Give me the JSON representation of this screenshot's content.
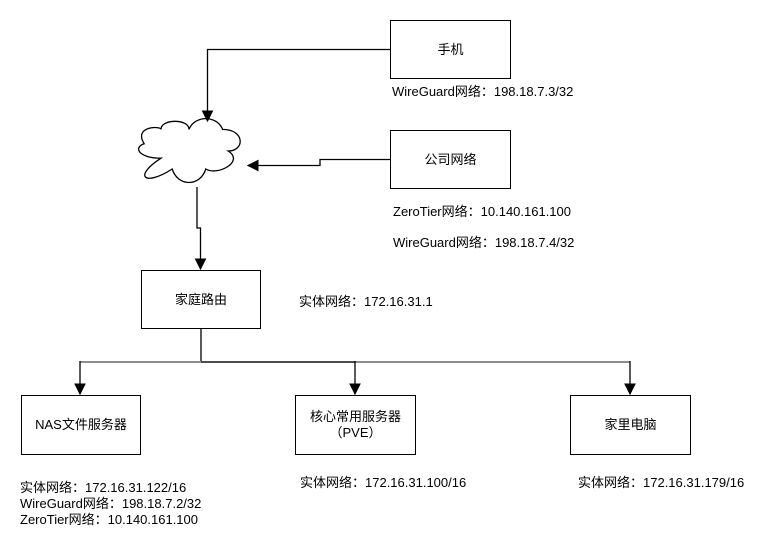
{
  "diagram": {
    "nodes": {
      "phone": {
        "label": "手机"
      },
      "company": {
        "label": "公司网络"
      },
      "cloud": {
        "label": ""
      },
      "router": {
        "label": "家庭路由"
      },
      "nas": {
        "label": "NAS文件服务器"
      },
      "pve": {
        "label": "核心常用服务器",
        "label2": "（PVE）"
      },
      "pc": {
        "label": "家里电脑"
      }
    },
    "annotations": {
      "phone_wireguard": "WireGuard网络：198.18.7.3/32",
      "company_zerotier": "ZeroTier网络：10.140.161.100",
      "company_wireguard": "WireGuard网络：198.18.7.4/32",
      "router_physical": "实体网络：172.16.31.1",
      "nas_physical": "实体网络：172.16.31.122/16",
      "nas_wireguard": "WireGuard网络：198.18.7.2/32",
      "nas_zerotier": "ZeroTier网络：10.140.161.100",
      "pve_physical": "实体网络：172.16.31.100/16",
      "pc_physical": "实体网络：172.16.31.179/16"
    },
    "edges": [
      {
        "from": "phone",
        "to": "cloud"
      },
      {
        "from": "company",
        "to": "cloud"
      },
      {
        "from": "cloud",
        "to": "router"
      },
      {
        "from": "router",
        "to": "nas"
      },
      {
        "from": "router",
        "to": "pve"
      },
      {
        "from": "router",
        "to": "pc"
      }
    ],
    "colors": {
      "stroke": "#000000",
      "background": "#ffffff",
      "bus_line": "#8c8c8c"
    }
  }
}
